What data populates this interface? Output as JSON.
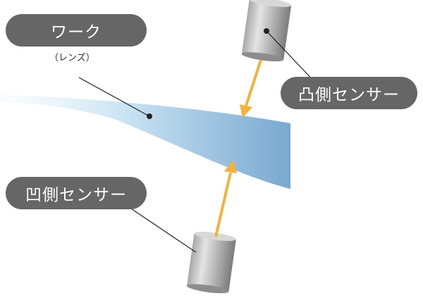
{
  "labels": {
    "work": "ワーク",
    "work_sub": "（レンズ）",
    "convex_sensor": "凸側センサー",
    "concave_sensor": "凹側センサー"
  },
  "colors": {
    "pill_bg": "#666666",
    "pill_text": "#ffffff",
    "arrow": "#f2b33d",
    "lens_light": "#eaf6fd",
    "lens_dark": "#7aa8cf",
    "sensor_light": "#e0e0e0",
    "sensor_dark": "#7d7d7d",
    "leader_line": "#222222"
  },
  "icons": {
    "sensor": "cylinder-sensor-icon",
    "beam": "arrow-icon"
  }
}
